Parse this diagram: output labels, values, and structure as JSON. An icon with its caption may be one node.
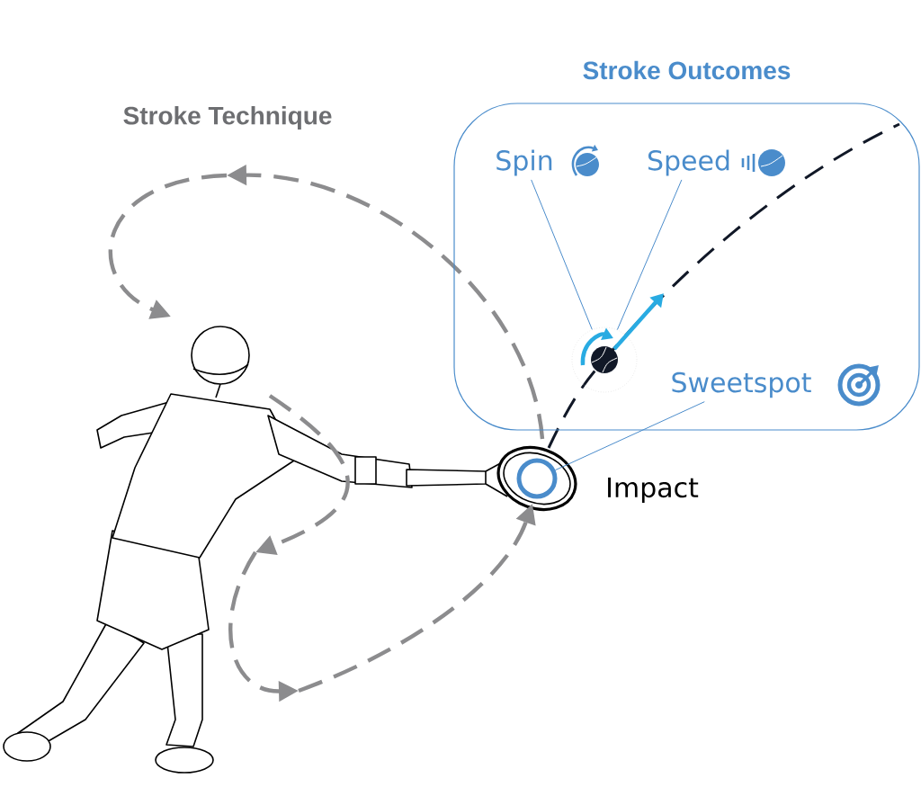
{
  "diagram": {
    "nodes": [
      {
        "text": [
          "Stroke Outcomes"
        ]
      },
      {
        "text": [
          "Spin"
        ],
        "in": 0
      },
      {
        "text": [
          "Speed"
        ],
        "in": 0
      },
      {
        "text": [
          "Sweetspot"
        ],
        "in": 0
      },
      {
        "text": [],
        "shape": "circle",
        "in": 0
      },
      {
        "text": [],
        "shape": "circle",
        "beside": [
          "Impact"
        ]
      }
    ],
    "edges": [
      {
        "from": 1,
        "to": 4,
        "arrow": "none"
      },
      {
        "from": 2,
        "to": 4,
        "arrow": "none"
      },
      {
        "from": 3,
        "to": 5,
        "arrow": "none"
      }
    ],
    "labels": [
      "Stroke Technique"
    ]
  }
}
